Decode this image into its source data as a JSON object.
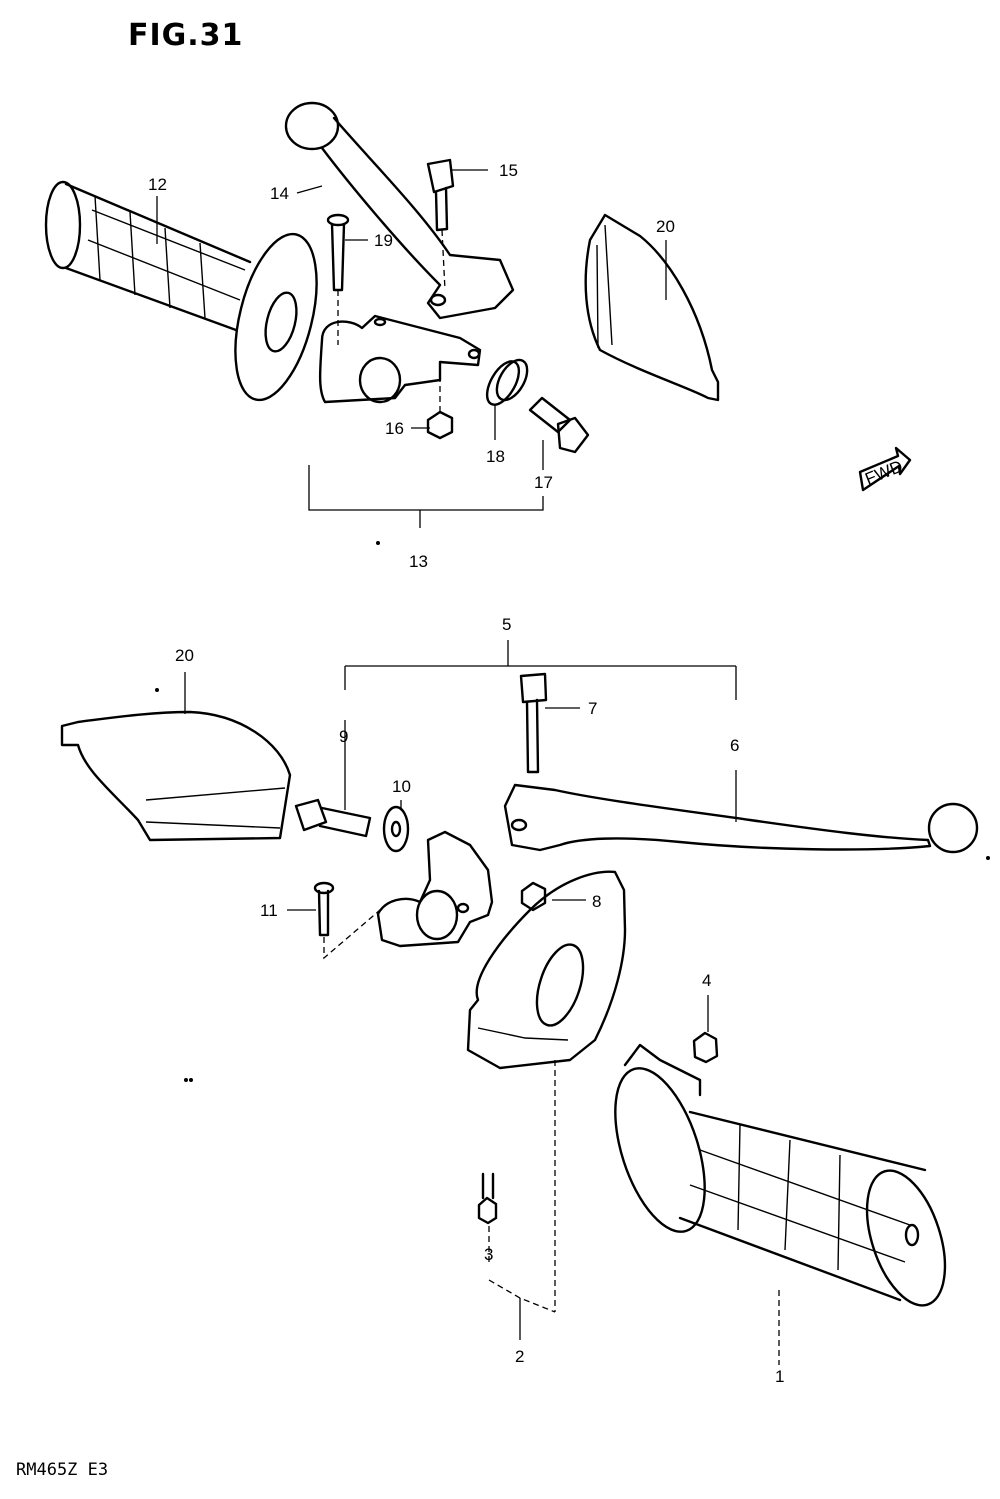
{
  "figure": {
    "title": "FIG.31",
    "model_code": "RM465Z  E3",
    "direction_marker": "FWD"
  },
  "callouts": {
    "c1": "1",
    "c2": "2",
    "c3": "3",
    "c4": "4",
    "c5": "5",
    "c6": "6",
    "c7": "7",
    "c8": "8",
    "c9": "9",
    "c10": "10",
    "c11": "11",
    "c12": "12",
    "c13": "13",
    "c14": "14",
    "c15": "15",
    "c16": "16",
    "c17": "17",
    "c18": "18",
    "c19": "19",
    "c20_upper": "20",
    "c20_lower": "20"
  }
}
